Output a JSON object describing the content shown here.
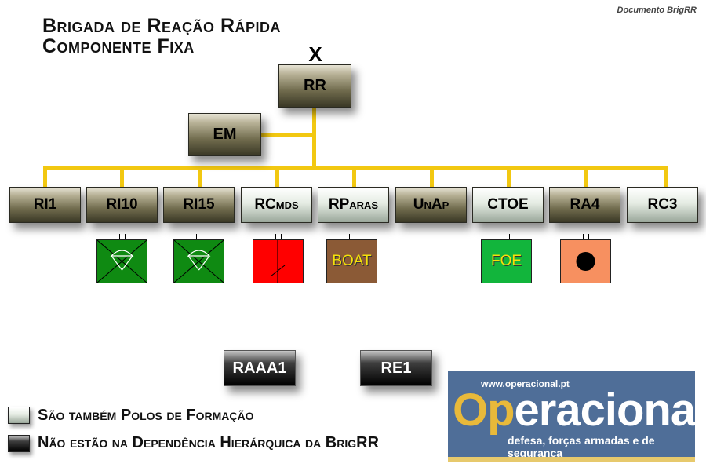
{
  "title": {
    "line1": "Brigada de Reação Rápida",
    "line2": "Componente Fixa"
  },
  "source_note": "Documento BrigRR",
  "echelon_mark": "X",
  "colors": {
    "connector": "#f2c811",
    "green_symbol": "#0f8a12",
    "red_symbol": "#ff0000",
    "brown_symbol": "#8b5a36",
    "foe_symbol": "#12b53c",
    "orange_symbol": "#f79060"
  },
  "nodes": {
    "rr": "RR",
    "em": "EM",
    "units": [
      {
        "label": "RI1",
        "style": "olive"
      },
      {
        "label": "RI10",
        "style": "olive"
      },
      {
        "label": "RI15",
        "style": "olive"
      },
      {
        "label": "RCmds",
        "style": "light"
      },
      {
        "label": "RParas",
        "style": "light"
      },
      {
        "label": "UnAp",
        "style": "olive"
      },
      {
        "label": "CTOE",
        "style": "light"
      },
      {
        "label": "RA4",
        "style": "olive"
      },
      {
        "label": "RC3",
        "style": "light"
      }
    ],
    "independent": [
      {
        "label": "RAAA1"
      },
      {
        "label": "RE1"
      }
    ]
  },
  "symbols": {
    "boat": "BOAT",
    "foe": "FOE"
  },
  "legend": {
    "light": "São também Polos de Formação",
    "dark": "Não estão na Dependência Hierárquica da BrigRR"
  },
  "logo": {
    "url": "www.operacional.pt",
    "brand_hl": "Op",
    "brand_rest": "eracional",
    "tagline": "defesa, forças armadas e de segurança"
  }
}
